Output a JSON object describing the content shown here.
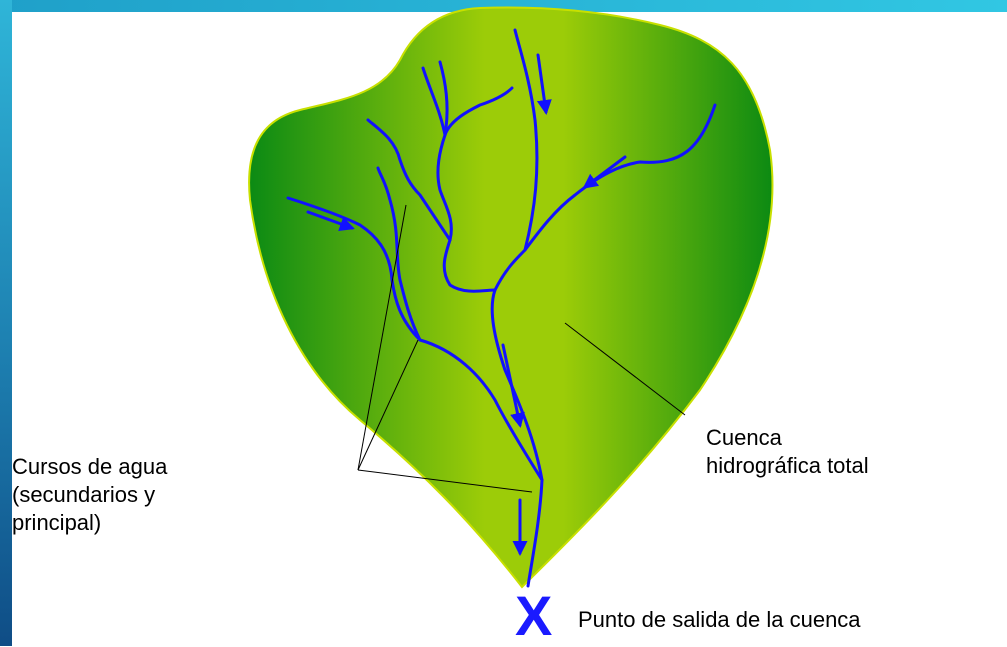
{
  "labels": {
    "cursos_line1": "Cursos de agua",
    "cursos_line2": "(secundarios y",
    "cursos_line3": "principal)",
    "cuenca_line1": "Cuenca",
    "cuenca_line2": "hidrográfica total",
    "outlet_mark": "X",
    "outlet_label": "Punto de salida de la cuenca"
  },
  "colors": {
    "basin_dark": "#0b8a14",
    "basin_light": "#9ccc08",
    "basin_edge": "#c8e000",
    "stream": "#1111ff",
    "outlet_mark": "#1a1aff",
    "left_band": "#1d7fb0",
    "top_band": "#31c7e3"
  }
}
